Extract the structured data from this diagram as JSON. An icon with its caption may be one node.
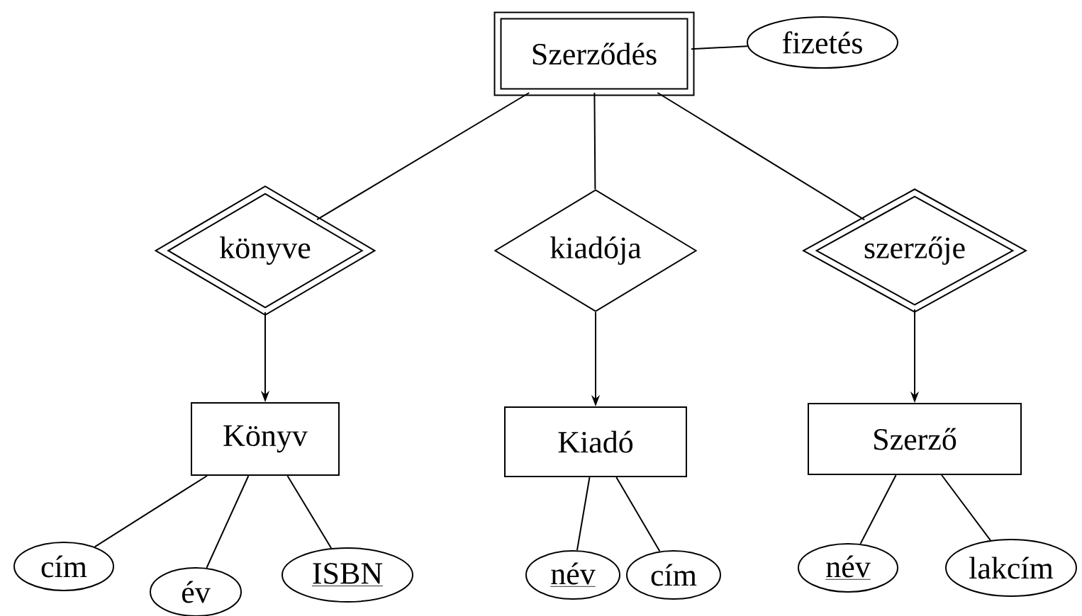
{
  "diagram": {
    "nodes": [
      {
        "text": [
          "Szerződés"
        ]
      },
      {
        "text": [
          "fizetés"
        ]
      },
      {
        "text": [
          "könyve"
        ]
      },
      {
        "text": [
          "kiadója"
        ]
      },
      {
        "text": [
          "szerzője"
        ]
      },
      {
        "text": [
          "Könyv"
        ]
      },
      {
        "text": [
          "Kiadó"
        ]
      },
      {
        "text": [
          "Szerző"
        ]
      },
      {
        "text": [
          "cím"
        ]
      },
      {
        "text": [
          "év"
        ]
      },
      {
        "text": [
          "ISBN"
        ]
      },
      {
        "text": [
          "név"
        ]
      },
      {
        "text": [
          "cím"
        ]
      },
      {
        "text": [
          "név"
        ]
      },
      {
        "text": [
          "lakcím"
        ]
      }
    ],
    "edges": [
      {
        "from": 0,
        "to": 1,
        "arrow": "none"
      },
      {
        "from": 0,
        "to": 2,
        "arrow": "none"
      },
      {
        "from": 0,
        "to": 3,
        "arrow": "none"
      },
      {
        "from": 0,
        "to": 4,
        "arrow": "none"
      },
      {
        "from": 2,
        "to": 5,
        "arrow": "to"
      },
      {
        "from": 3,
        "to": 6,
        "arrow": "to"
      },
      {
        "from": 4,
        "to": 7,
        "arrow": "to"
      },
      {
        "from": 5,
        "to": 8,
        "arrow": "none"
      },
      {
        "from": 5,
        "to": 9,
        "arrow": "none"
      },
      {
        "from": 5,
        "to": 10,
        "arrow": "none"
      },
      {
        "from": 6,
        "to": 11,
        "arrow": "none"
      },
      {
        "from": 6,
        "to": 12,
        "arrow": "none"
      },
      {
        "from": 7,
        "to": 13,
        "arrow": "none"
      },
      {
        "from": 7,
        "to": 14,
        "arrow": "none"
      }
    ]
  }
}
